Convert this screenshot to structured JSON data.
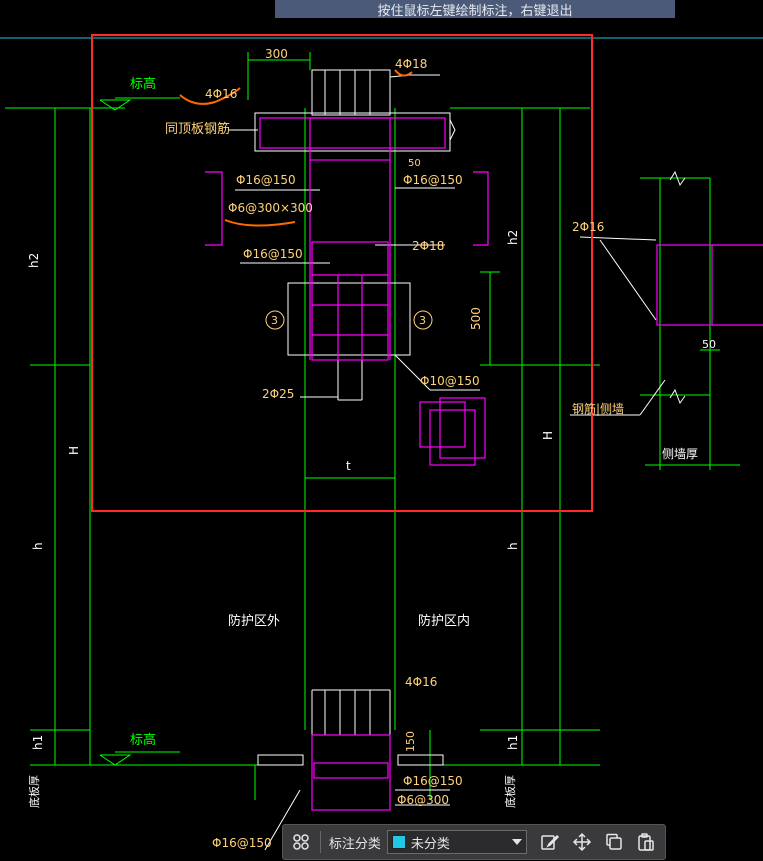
{
  "hint": "按住鼠标左键绘制标注，右键退出",
  "colors": {
    "background": "#000000",
    "dim": "#00ff00",
    "rebar": "#ff00ff",
    "white": "#ffffff",
    "label": "#ffd27a",
    "selection": "#ff2a2a",
    "markup": "#ff6a00",
    "category_swatch": "#1ec8e6"
  },
  "drawing": {
    "elevation_top": "标高",
    "elevation_bottom": "标高",
    "top_bars": "4Φ16",
    "top_bars_right": "4Φ18",
    "same_as_roof": "同顶板钢筋",
    "width_300": "300",
    "dim_50_top": "50",
    "stirrup_left": "Φ16@150",
    "stirrup_right": "Φ16@150",
    "tie": "Φ6@300×300",
    "stirrup_mid": "Φ16@150",
    "bars_2_18": "2Φ18",
    "dim_500": "500",
    "section_left": "3",
    "section_right": "3",
    "bars_2_25": "2Φ25",
    "hoop_10": "Φ10@150",
    "dim_t": "t",
    "h2_left": "h2",
    "h2_right": "h2",
    "H_left": "H",
    "H_right": "H",
    "h_left": "h",
    "h_right": "h",
    "h1_left": "h1",
    "h1_right": "h1",
    "outside_zone": "防护区外",
    "inside_zone": "防护区内",
    "bottom_bars": "4Φ16",
    "dim_150": "150",
    "bottom_stirrup": "Φ16@150",
    "bottom_tie": "Φ6@300",
    "bottom_left_stirrup": "Φ16@150",
    "slab_thick_left": "底板厚",
    "slab_thick_right": "底板厚",
    "side_bars": "2Φ16",
    "side_dim_50": "50",
    "side_wall_rebar": "钢筋|侧墙",
    "side_wall_thick": "侧墙厚"
  },
  "toolbar": {
    "category_label": "标注分类",
    "category_value": "未分类"
  }
}
